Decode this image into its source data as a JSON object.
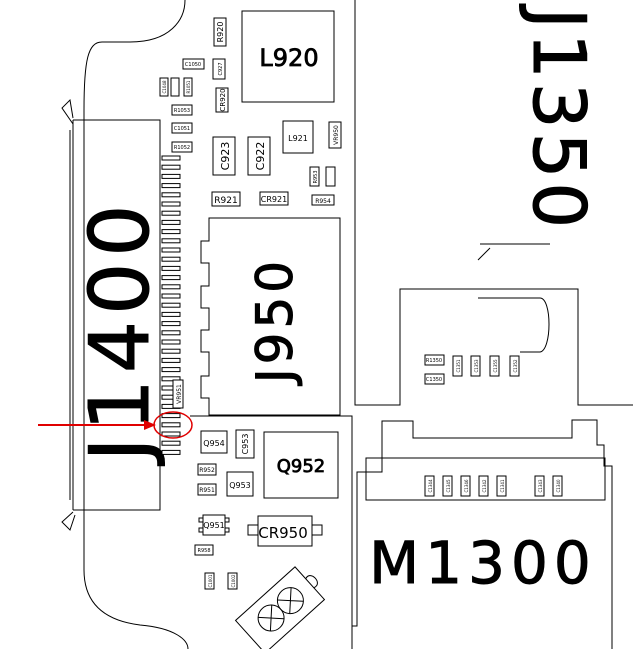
{
  "components": {
    "j1400": "J1400",
    "l920": "L920",
    "l921": "L921",
    "j950": "J950",
    "j1350": "J1350",
    "q952": "Q952",
    "q954": "Q954",
    "q953": "Q953",
    "q951": "Q951",
    "cr950": "CR950",
    "m1300": "M1300",
    "r920": "R920",
    "r921": "R921",
    "cr921": "CR921",
    "r954": "R954",
    "r953": "R953",
    "c923": "C923",
    "c922": "C922",
    "c927": "C927",
    "cr920": "CR920",
    "vr950": "VR950",
    "vr951": "VR951",
    "c953": "C953",
    "r952": "R952",
    "r951": "R951",
    "r958": "R958",
    "c1050": "C1050",
    "r1053": "R1053",
    "c1051": "C1051",
    "r1052": "R1052",
    "c1350": "C1350",
    "r1350": "R1350",
    "c1351": "C1351",
    "c1353": "C1353",
    "c1355": "C1355",
    "c1352": "C1352",
    "c1344": "C1344",
    "c1345": "C1345",
    "c1346": "C1346",
    "c1342": "C1342",
    "c1341": "C1341",
    "c1343": "C1343",
    "c1340": "C1340",
    "c1001": "C1001",
    "c1002": "C1002",
    "r1051": "R1051",
    "c1048": "C1048"
  },
  "annotation": {
    "arrow_color": "#e00000",
    "circle_color": "#e00000"
  }
}
